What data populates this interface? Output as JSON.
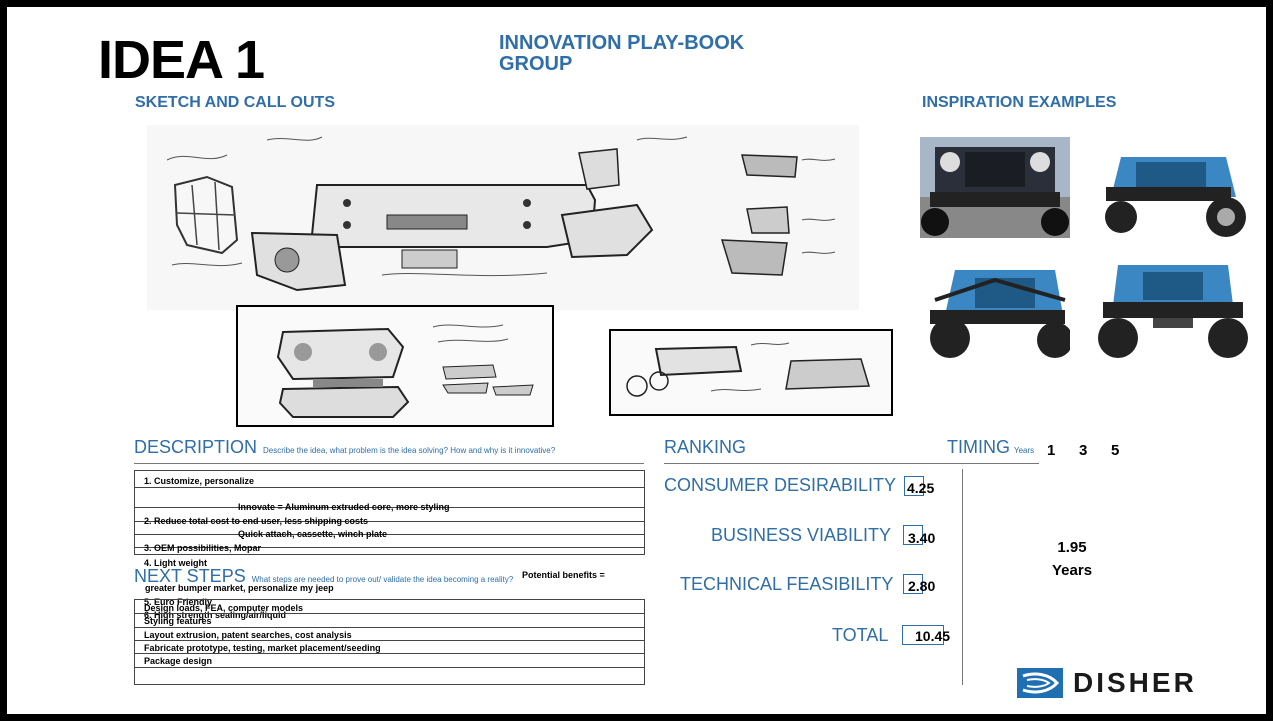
{
  "header": {
    "idea_title": "IDEA 1",
    "group_title_line1": "INNOVATION PLAY-BOOK",
    "group_title_line2": "GROUP"
  },
  "sections": {
    "sketch_heading": "SKETCH AND CALL OUTS",
    "inspiration_heading": "INSPIRATION EXAMPLES"
  },
  "description": {
    "heading": "DESCRIPTION",
    "prompt": "Describe the idea, what problem is the idea solving?  How and why is it innovative?",
    "lines": [
      "1.   Customize, personalize",
      "Innovate = Aluminum extruded core, more styling",
      "2.   Reduce total cost to end user, less shipping costs",
      "Quick attach, cassette, winch plate",
      "3.   OEM possibilities, Mopar",
      "4.   Light weight",
      "greater bumper market, personalize my jeep",
      "5.   Euro Friendly",
      "6.   High strength sealing/air/liquid",
      "Potential benefits ="
    ]
  },
  "next_steps": {
    "heading": "NEXT STEPS",
    "prompt": "What steps are needed to prove out/ validate the idea becoming a reality?",
    "lines": [
      "Design loads, FEA, computer models",
      "Styling features",
      "Layout extrusion, patent searches, cost analysis",
      "Fabricate prototype, testing, market placement/seeding",
      "Package design"
    ]
  },
  "ranking": {
    "heading": "RANKING",
    "consumer_label": "CONSUMER DESIRABILITY",
    "consumer_value": "4.25",
    "business_label": "BUSINESS VIABILITY",
    "business_value": "3.40",
    "technical_label": "TECHNICAL FEASIBILITY",
    "technical_value": "2.80",
    "total_label": "TOTAL",
    "total_value": "10.45"
  },
  "timing": {
    "heading": "TIMING",
    "years_label": "Years",
    "options": [
      "1",
      "3",
      "5"
    ],
    "value": "1.95",
    "unit": "Years"
  },
  "logo": {
    "text": "DISHER"
  },
  "colors": {
    "accent_blue": "#2f6ea7",
    "jeep_blue": "#3a87c4"
  }
}
